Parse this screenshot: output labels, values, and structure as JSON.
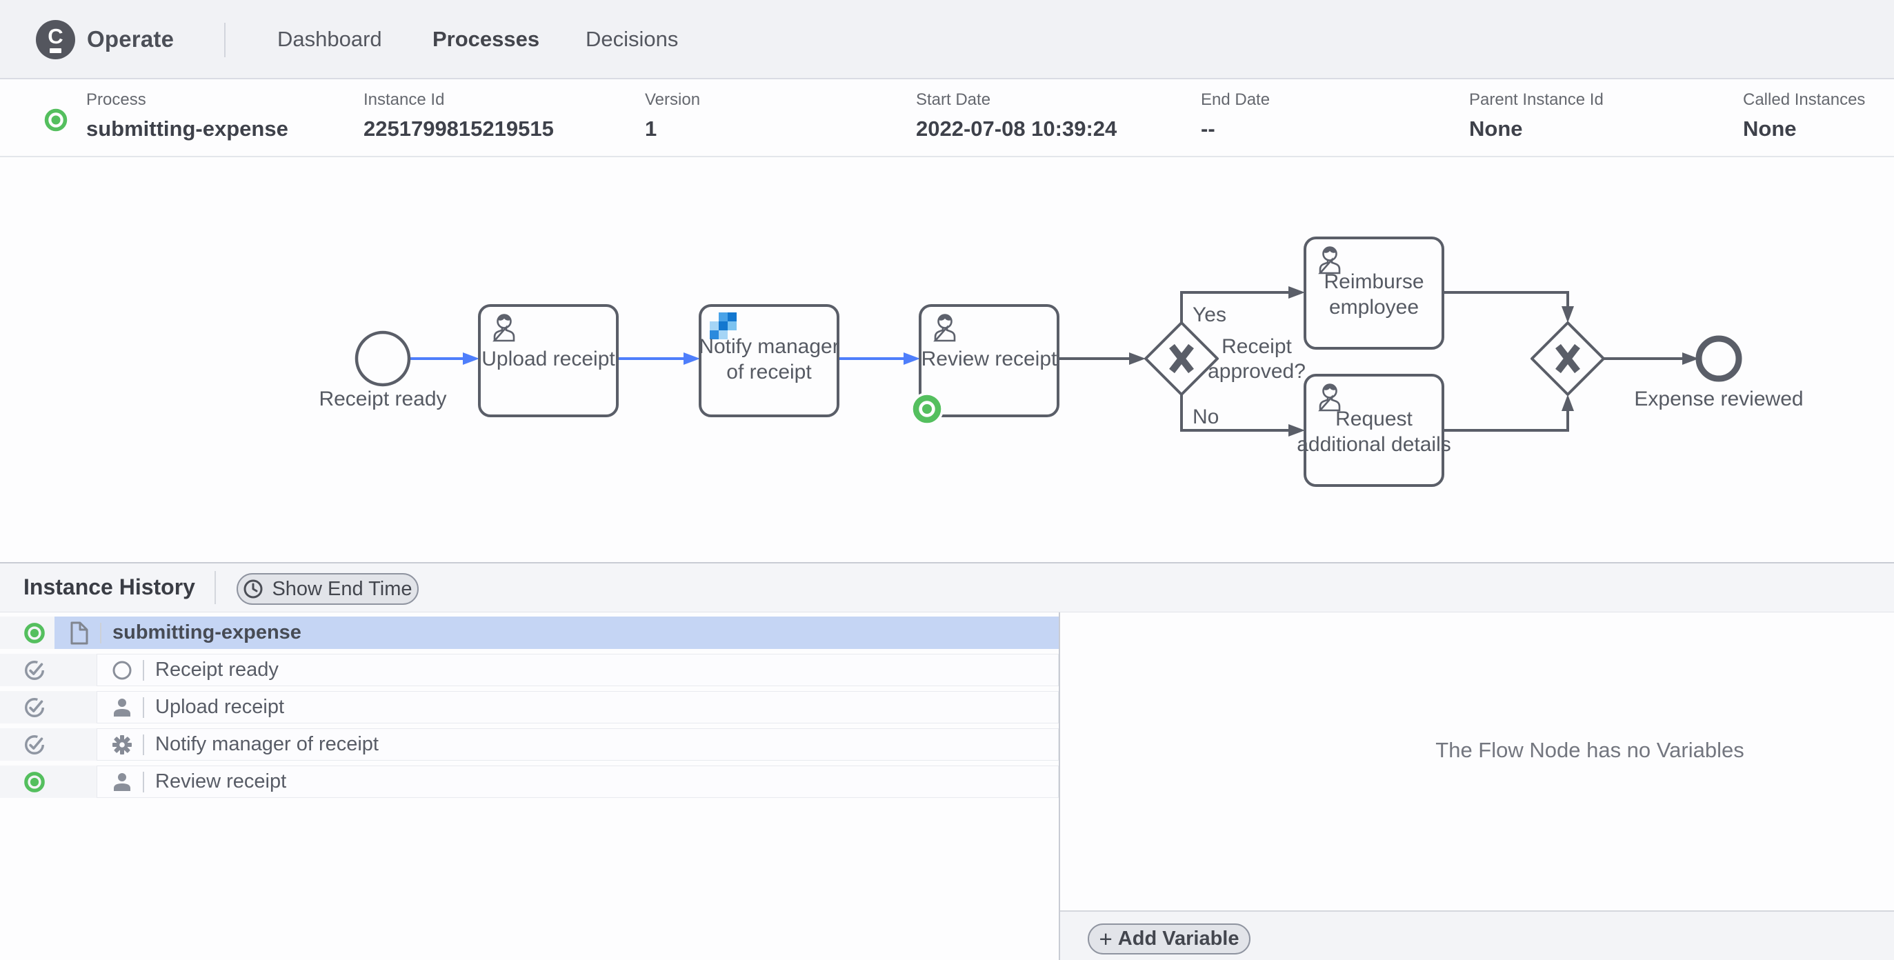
{
  "nav": {
    "logo_letter": "C",
    "brand": "Operate",
    "tabs": [
      {
        "label": "Dashboard",
        "active": false
      },
      {
        "label": "Processes",
        "active": true
      },
      {
        "label": "Decisions",
        "active": false
      }
    ]
  },
  "instance_header": {
    "state": "active",
    "fields": [
      {
        "label": "Process",
        "value": "submitting-expense"
      },
      {
        "label": "Instance Id",
        "value": "2251799815219515"
      },
      {
        "label": "Version",
        "value": "1"
      },
      {
        "label": "Start Date",
        "value": "2022-07-08 10:39:24"
      },
      {
        "label": "End Date",
        "value": "--"
      },
      {
        "label": "Parent Instance Id",
        "value": "None"
      },
      {
        "label": "Called Instances",
        "value": "None"
      }
    ]
  },
  "diagram": {
    "type": "bpmn-process",
    "nodes": [
      {
        "id": "start",
        "type": "start-event",
        "label": "Receipt ready",
        "state": "completed"
      },
      {
        "id": "upload",
        "type": "user-task",
        "label": "Upload receipt",
        "state": "completed"
      },
      {
        "id": "notify",
        "type": "connector-task",
        "label": "Notify manager of receipt",
        "state": "completed"
      },
      {
        "id": "review",
        "type": "user-task",
        "label": "Review receipt",
        "state": "active"
      },
      {
        "id": "gateway-split",
        "type": "exclusive-gateway",
        "label": "Receipt approved?"
      },
      {
        "id": "reimburse",
        "type": "user-task",
        "label": "Reimburse employee"
      },
      {
        "id": "request",
        "type": "user-task",
        "label": "Request additional details"
      },
      {
        "id": "gateway-join",
        "type": "exclusive-gateway",
        "label": ""
      },
      {
        "id": "end",
        "type": "end-event",
        "label": "Expense reviewed"
      }
    ],
    "flows": [
      {
        "from": "start",
        "to": "upload",
        "state": "completed"
      },
      {
        "from": "upload",
        "to": "notify",
        "state": "completed"
      },
      {
        "from": "notify",
        "to": "review",
        "state": "completed"
      },
      {
        "from": "review",
        "to": "gateway-split",
        "state": "default"
      },
      {
        "from": "gateway-split",
        "to": "reimburse",
        "label": "Yes",
        "state": "default"
      },
      {
        "from": "gateway-split",
        "to": "request",
        "label": "No",
        "state": "default"
      },
      {
        "from": "reimburse",
        "to": "gateway-join",
        "state": "default"
      },
      {
        "from": "request",
        "to": "gateway-join",
        "state": "default"
      },
      {
        "from": "gateway-join",
        "to": "end",
        "state": "default"
      }
    ],
    "labels": {
      "start": "Receipt ready",
      "upload": "Upload receipt",
      "notify_l1": "Notify manager",
      "notify_l2": "of receipt",
      "review": "Review receipt",
      "yes": "Yes",
      "no": "No",
      "question_l1": "Receipt",
      "question_l2": "approved?",
      "reimburse_l1": "Reimburse",
      "reimburse_l2": "employee",
      "request_l1": "Request",
      "request_l2": "additional details",
      "end": "Expense reviewed"
    }
  },
  "history": {
    "title": "Instance History",
    "show_end_time": "Show End Time",
    "rows": [
      {
        "name": "submitting-expense",
        "icon": "process-document",
        "state": "active",
        "selected": true
      },
      {
        "name": "Receipt ready",
        "icon": "start-event",
        "state": "completed",
        "selected": false
      },
      {
        "name": "Upload receipt",
        "icon": "user-task",
        "state": "completed",
        "selected": false
      },
      {
        "name": "Notify manager of receipt",
        "icon": "service-task",
        "state": "completed",
        "selected": false
      },
      {
        "name": "Review receipt",
        "icon": "user-task",
        "state": "active",
        "selected": false
      }
    ]
  },
  "variables": {
    "empty_message": "The Flow Node has no Variables",
    "add_label": "Add Variable"
  },
  "colors": {
    "active_green": "#54bf5e",
    "completed_flow_blue": "#4e7efb",
    "selected_row_blue": "#c5d5f4",
    "node_stroke": "#5a5e68"
  }
}
